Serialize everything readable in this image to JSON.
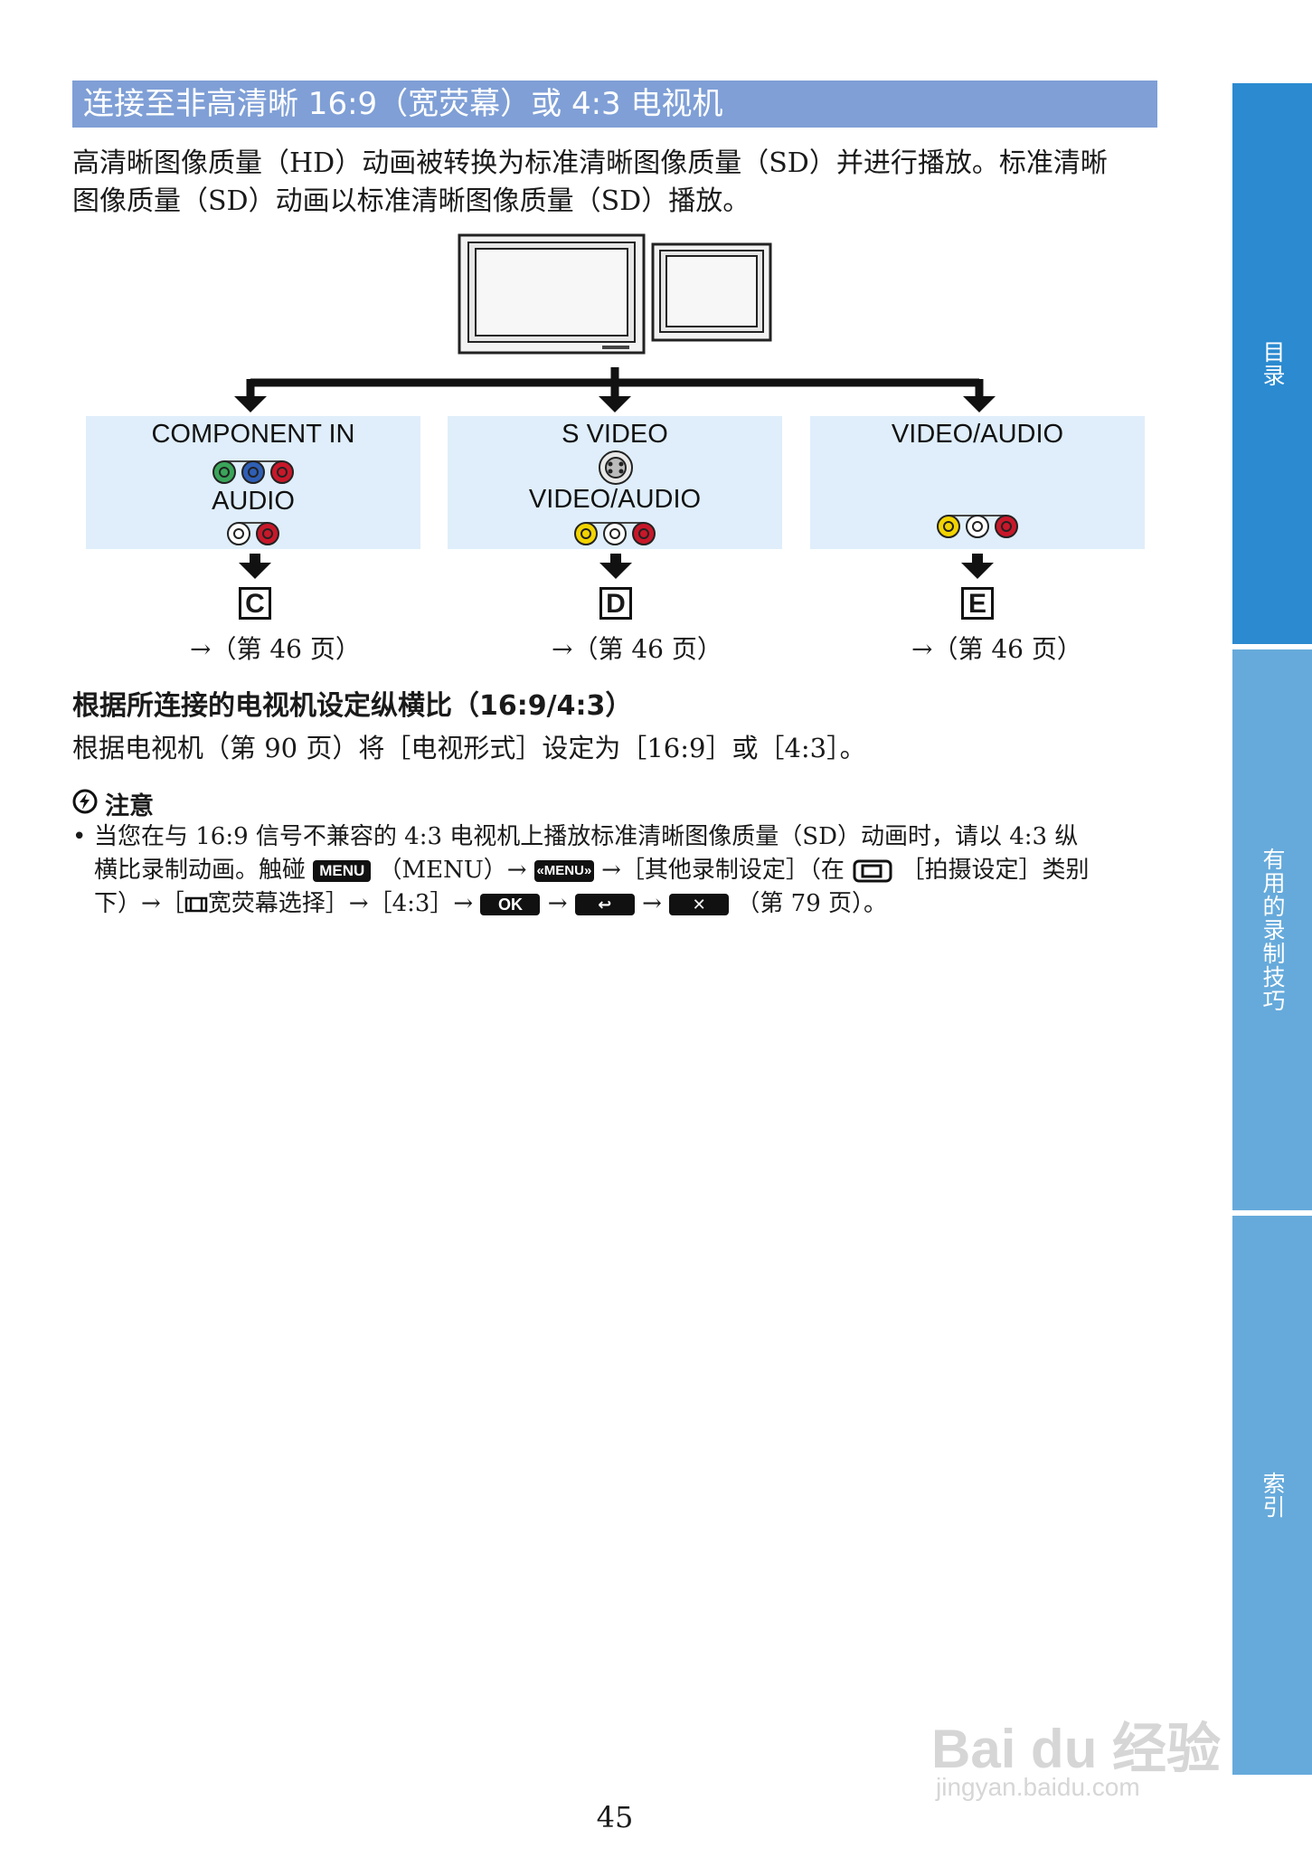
{
  "section": {
    "title": "连接至非高清晰 16:9（宽荧幕）或 4:3 电视机"
  },
  "intro": {
    "line1": "高清晰图像质量（HD）动画被转换为标准清晰图像质量（SD）并进行播放。标准清晰",
    "line2": "图像质量（SD）动画以标准清晰图像质量（SD）播放。"
  },
  "diagram": {
    "boxes": [
      {
        "top_label": "COMPONENT IN",
        "bottom_label": "AUDIO",
        "letter": "C",
        "page_ref": "→（第 46 页）"
      },
      {
        "top_label": "S VIDEO",
        "bottom_label": "VIDEO/AUDIO",
        "letter": "D",
        "page_ref": "→（第 46 页）"
      },
      {
        "top_label": "VIDEO/AUDIO",
        "letter": "E",
        "page_ref": "→（第 46 页）"
      }
    ],
    "colors": {
      "green": "#3aa55a",
      "blue": "#2f5fb5",
      "red": "#c8182a",
      "yellow": "#f2d400",
      "white": "#ffffff",
      "box": "#dfeefa"
    }
  },
  "aspect": {
    "heading": "根据所连接的电视机设定纵横比（16:9/4:3）",
    "body": "根据电视机（第 90 页）将［电视形式］设定为［16:9］或［4:3］。"
  },
  "note": {
    "icon": "caution-icon",
    "title": "注意",
    "bullet": "•",
    "line1": "当您在与 16:9 信号不兼容的 4:3 电视机上播放标准清晰图像质量（SD）动画时，请以 4:3 纵",
    "line2_a": "横比录制动画。触碰",
    "line2_b": "（MENU）→",
    "line2_c": "→［其他录制设定］（在",
    "line2_d": "［拍摄设定］类别",
    "line3_a": "下）→［",
    "line3_b": "宽荧幕选择］→［4:3］→",
    "line3_c": "→",
    "line3_d": "→",
    "line3_e": "（第 79 页）。",
    "keys": {
      "menu": "MENU",
      "menu_back": "«MENU»",
      "ok": "OK",
      "return": "↩",
      "close": "✕"
    }
  },
  "page_number": "45",
  "side_tabs": [
    {
      "label": "目录",
      "color": "#2b8ad0"
    },
    {
      "label": "有用的录制技巧",
      "color": "#66aadb"
    },
    {
      "label": "索引",
      "color": "#66aadb"
    }
  ],
  "watermark": {
    "brand": "Bai du 经验",
    "url": "jingyan.baidu.com"
  }
}
